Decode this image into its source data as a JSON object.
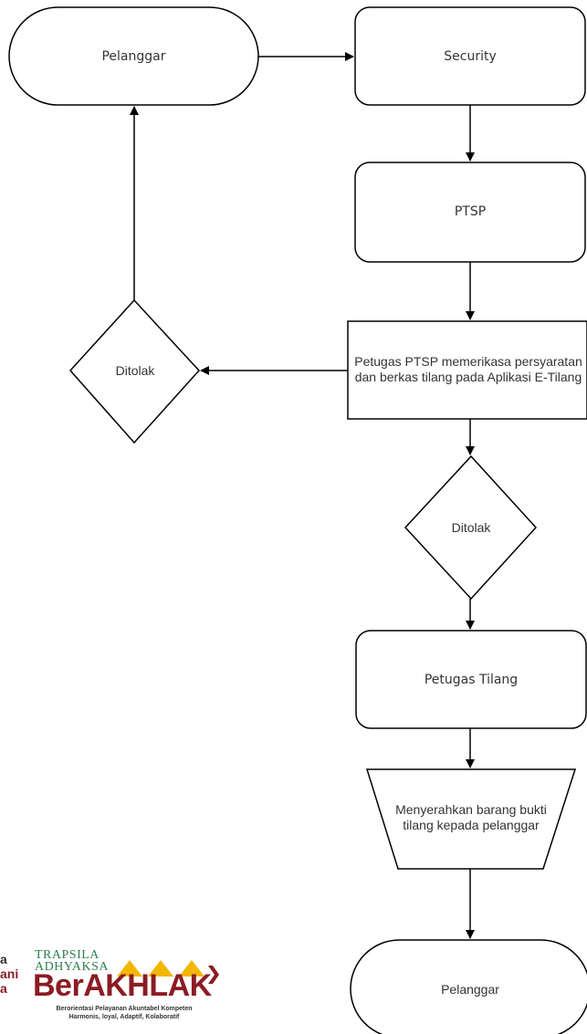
{
  "nodes": {
    "pelanggar_top": "Pelanggar",
    "security": "Security",
    "ptsp": "PTSP",
    "check": "Petugas PTSP memerikasa persyaratan dan berkas tilang pada Aplikasi E-Tilang",
    "ditolak_left": "Ditolak",
    "ditolak_center": "Ditolak",
    "petugas_tilang": "Petugas Tilang",
    "menyerahkan": "Menyerahkan barang bukti tilang kepada pelanggar",
    "pelanggar_bottom": "Pelanggar"
  },
  "branding": {
    "side_top": "a",
    "side_mid": "ani",
    "side_bottom": "a",
    "trapsila_line1": "TRAPSILA",
    "trapsila_line2": "ADHYAKSA",
    "logo_ber": "Ber",
    "logo_akhlak": "AKHLAK",
    "tagline_line1": "Berorientasi Pelayanan Akuntabel Kompeten",
    "tagline_line2": "Harmonis, loyal, Adaptif, Kolaboratif",
    "colors": {
      "green": "#2e7d4f",
      "gold": "#f2b705",
      "maroon": "#8b1c24",
      "line": "#333333"
    }
  }
}
